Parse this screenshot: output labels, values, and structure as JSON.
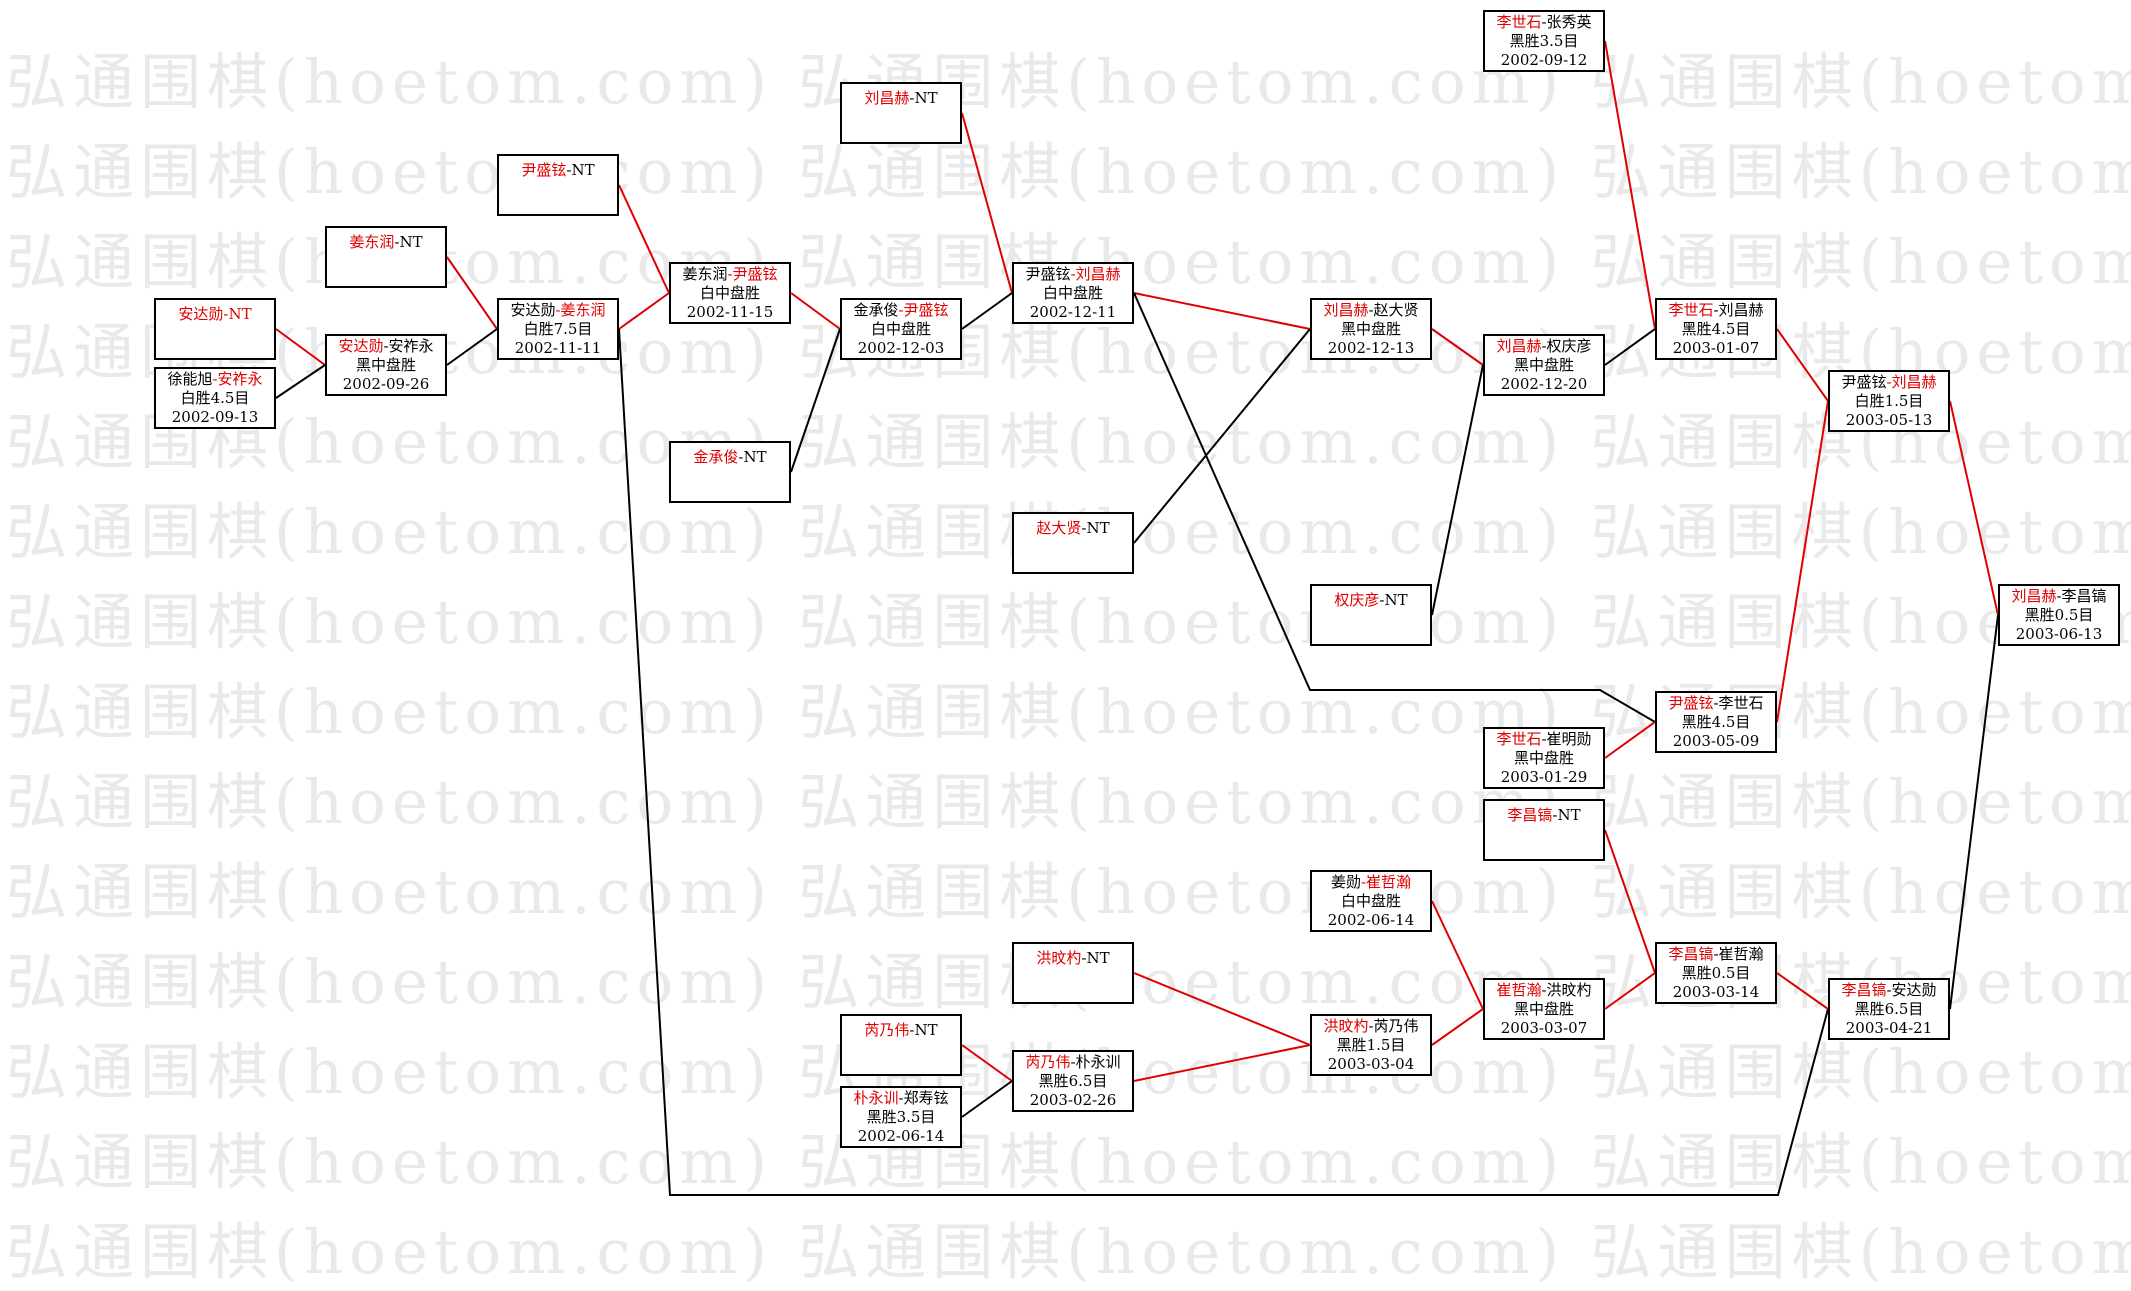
{
  "watermark": "弘通围棋(hoetom.com)",
  "nodes": [
    {
      "id": "n1",
      "lines": [
        [
          {
            "t": "安达勋",
            "r": true
          },
          {
            "t": "-NT",
            "r": true
          }
        ]
      ]
    },
    {
      "id": "n2",
      "lines": [
        [
          {
            "t": "徐能旭",
            "r": false
          },
          {
            "t": "-安祚永",
            "r": true
          }
        ],
        [
          {
            "t": "白胜4.5目",
            "r": false
          }
        ],
        [
          {
            "t": "2002-09-13",
            "r": false
          }
        ]
      ]
    },
    {
      "id": "n3",
      "lines": [
        [
          {
            "t": "姜东润",
            "r": true
          },
          {
            "t": "-NT",
            "r": false
          }
        ]
      ]
    },
    {
      "id": "n4",
      "lines": [
        [
          {
            "t": "安达勋",
            "r": true
          },
          {
            "t": "-安祚永",
            "r": false
          }
        ],
        [
          {
            "t": "黑中盘胜",
            "r": false
          }
        ],
        [
          {
            "t": "2002-09-26",
            "r": false
          }
        ]
      ]
    },
    {
      "id": "n5",
      "lines": [
        [
          {
            "t": "尹盛铉",
            "r": true
          },
          {
            "t": "-NT",
            "r": false
          }
        ]
      ]
    },
    {
      "id": "n6",
      "lines": [
        [
          {
            "t": "安达勋",
            "r": false
          },
          {
            "t": "-姜东润",
            "r": true
          }
        ],
        [
          {
            "t": "白胜7.5目",
            "r": false
          }
        ],
        [
          {
            "t": "2002-11-11",
            "r": false
          }
        ]
      ]
    },
    {
      "id": "n7",
      "lines": [
        [
          {
            "t": "姜东润",
            "r": false
          },
          {
            "t": "-尹盛铉",
            "r": true
          }
        ],
        [
          {
            "t": "白中盘胜",
            "r": false
          }
        ],
        [
          {
            "t": "2002-11-15",
            "r": false
          }
        ]
      ]
    },
    {
      "id": "n8",
      "lines": [
        [
          {
            "t": "金承俊",
            "r": true
          },
          {
            "t": "-NT",
            "r": false
          }
        ]
      ]
    },
    {
      "id": "n9",
      "lines": [
        [
          {
            "t": "刘昌赫",
            "r": true
          },
          {
            "t": "-NT",
            "r": false
          }
        ]
      ]
    },
    {
      "id": "n10",
      "lines": [
        [
          {
            "t": "金承俊",
            "r": false
          },
          {
            "t": "-尹盛铉",
            "r": true
          }
        ],
        [
          {
            "t": "白中盘胜",
            "r": false
          }
        ],
        [
          {
            "t": "2002-12-03",
            "r": false
          }
        ]
      ]
    },
    {
      "id": "n11",
      "lines": [
        [
          {
            "t": "尹盛铉",
            "r": false
          },
          {
            "t": "-刘昌赫",
            "r": true
          }
        ],
        [
          {
            "t": "白中盘胜",
            "r": false
          }
        ],
        [
          {
            "t": "2002-12-11",
            "r": false
          }
        ]
      ]
    },
    {
      "id": "n12",
      "lines": [
        [
          {
            "t": "赵大贤",
            "r": true
          },
          {
            "t": "-NT",
            "r": false
          }
        ]
      ]
    },
    {
      "id": "n13",
      "lines": [
        [
          {
            "t": "刘昌赫",
            "r": true
          },
          {
            "t": "-赵大贤",
            "r": false
          }
        ],
        [
          {
            "t": "黑中盘胜",
            "r": false
          }
        ],
        [
          {
            "t": "2002-12-13",
            "r": false
          }
        ]
      ]
    },
    {
      "id": "n14",
      "lines": [
        [
          {
            "t": "权庆彦",
            "r": true
          },
          {
            "t": "-NT",
            "r": false
          }
        ]
      ]
    },
    {
      "id": "n15",
      "lines": [
        [
          {
            "t": "刘昌赫",
            "r": true
          },
          {
            "t": "-权庆彦",
            "r": false
          }
        ],
        [
          {
            "t": "黑中盘胜",
            "r": false
          }
        ],
        [
          {
            "t": "2002-12-20",
            "r": false
          }
        ]
      ]
    },
    {
      "id": "n16",
      "lines": [
        [
          {
            "t": "李世石",
            "r": true
          },
          {
            "t": "-张秀英",
            "r": false
          }
        ],
        [
          {
            "t": "黑胜3.5目",
            "r": false
          }
        ],
        [
          {
            "t": "2002-09-12",
            "r": false
          }
        ]
      ]
    },
    {
      "id": "n17",
      "lines": [
        [
          {
            "t": "李世石",
            "r": true
          },
          {
            "t": "-刘昌赫",
            "r": false
          }
        ],
        [
          {
            "t": "黑胜4.5目",
            "r": false
          }
        ],
        [
          {
            "t": "2003-01-07",
            "r": false
          }
        ]
      ]
    },
    {
      "id": "n18",
      "lines": [
        [
          {
            "t": "李世石",
            "r": true
          },
          {
            "t": "-崔明勋",
            "r": false
          }
        ],
        [
          {
            "t": "黑中盘胜",
            "r": false
          }
        ],
        [
          {
            "t": "2003-01-29",
            "r": false
          }
        ]
      ]
    },
    {
      "id": "n19",
      "lines": [
        [
          {
            "t": "尹盛铉",
            "r": true
          },
          {
            "t": "-李世石",
            "r": false
          }
        ],
        [
          {
            "t": "黑胜4.5目",
            "r": false
          }
        ],
        [
          {
            "t": "2003-05-09",
            "r": false
          }
        ]
      ]
    },
    {
      "id": "n20",
      "lines": [
        [
          {
            "t": "尹盛铉",
            "r": false
          },
          {
            "t": "-刘昌赫",
            "r": true
          }
        ],
        [
          {
            "t": "白胜1.5目",
            "r": false
          }
        ],
        [
          {
            "t": "2003-05-13",
            "r": false
          }
        ]
      ]
    },
    {
      "id": "n21",
      "lines": [
        [
          {
            "t": "刘昌赫",
            "r": true
          },
          {
            "t": "-李昌镐",
            "r": false
          }
        ],
        [
          {
            "t": "黑胜0.5目",
            "r": false
          }
        ],
        [
          {
            "t": "2003-06-13",
            "r": false
          }
        ]
      ]
    },
    {
      "id": "n22",
      "lines": [
        [
          {
            "t": "李昌镐",
            "r": true
          },
          {
            "t": "-NT",
            "r": false
          }
        ]
      ]
    },
    {
      "id": "n23",
      "lines": [
        [
          {
            "t": "姜勋",
            "r": false
          },
          {
            "t": "-崔哲瀚",
            "r": true
          }
        ],
        [
          {
            "t": "白中盘胜",
            "r": false
          }
        ],
        [
          {
            "t": "2002-06-14",
            "r": false
          }
        ]
      ]
    },
    {
      "id": "n24",
      "lines": [
        [
          {
            "t": "崔哲瀚",
            "r": true
          },
          {
            "t": "-洪旼杓",
            "r": false
          }
        ],
        [
          {
            "t": "黑中盘胜",
            "r": false
          }
        ],
        [
          {
            "t": "2003-03-07",
            "r": false
          }
        ]
      ]
    },
    {
      "id": "n25",
      "lines": [
        [
          {
            "t": "李昌镐",
            "r": true
          },
          {
            "t": "-崔哲瀚",
            "r": false
          }
        ],
        [
          {
            "t": "黑胜0.5目",
            "r": false
          }
        ],
        [
          {
            "t": "2003-03-14",
            "r": false
          }
        ]
      ]
    },
    {
      "id": "n26",
      "lines": [
        [
          {
            "t": "李昌镐",
            "r": true
          },
          {
            "t": "-安达勋",
            "r": false
          }
        ],
        [
          {
            "t": "黑胜6.5目",
            "r": false
          }
        ],
        [
          {
            "t": "2003-04-21",
            "r": false
          }
        ]
      ]
    },
    {
      "id": "n27",
      "lines": [
        [
          {
            "t": "洪旼杓",
            "r": true
          },
          {
            "t": "-NT",
            "r": false
          }
        ]
      ]
    },
    {
      "id": "n28",
      "lines": [
        [
          {
            "t": "芮乃伟",
            "r": true
          },
          {
            "t": "-NT",
            "r": false
          }
        ]
      ]
    },
    {
      "id": "n29",
      "lines": [
        [
          {
            "t": "朴永训",
            "r": true
          },
          {
            "t": "-郑寿铉",
            "r": false
          }
        ],
        [
          {
            "t": "黑胜3.5目",
            "r": false
          }
        ],
        [
          {
            "t": "2002-06-14",
            "r": false
          }
        ]
      ]
    },
    {
      "id": "n30",
      "lines": [
        [
          {
            "t": "芮乃伟",
            "r": true
          },
          {
            "t": "-朴永训",
            "r": false
          }
        ],
        [
          {
            "t": "黑胜6.5目",
            "r": false
          }
        ],
        [
          {
            "t": "2003-02-26",
            "r": false
          }
        ]
      ]
    },
    {
      "id": "n31",
      "lines": [
        [
          {
            "t": "洪旼杓",
            "r": true
          },
          {
            "t": "-芮乃伟",
            "r": false
          }
        ],
        [
          {
            "t": "黑胜1.5目",
            "r": false
          }
        ],
        [
          {
            "t": "2003-03-04",
            "r": false
          }
        ]
      ]
    }
  ],
  "edges": [
    {
      "from": "n1",
      "to": "n4",
      "winner": true
    },
    {
      "from": "n2",
      "to": "n4",
      "winner": false
    },
    {
      "from": "n3",
      "to": "n6",
      "winner": true
    },
    {
      "from": "n4",
      "to": "n6",
      "winner": false
    },
    {
      "from": "n5",
      "to": "n7",
      "winner": true
    },
    {
      "from": "n6",
      "to": "n7",
      "winner": true
    },
    {
      "from": "n6",
      "to": "n26",
      "winner": false
    },
    {
      "from": "n7",
      "to": "n10",
      "winner": true
    },
    {
      "from": "n8",
      "to": "n10",
      "winner": false
    },
    {
      "from": "n9",
      "to": "n11",
      "winner": true
    },
    {
      "from": "n10",
      "to": "n11",
      "winner": false
    },
    {
      "from": "n11",
      "to": "n13",
      "winner": true
    },
    {
      "from": "n11",
      "to": "n19",
      "winner": false
    },
    {
      "from": "n12",
      "to": "n13",
      "winner": false
    },
    {
      "from": "n13",
      "to": "n15",
      "winner": true
    },
    {
      "from": "n14",
      "to": "n15",
      "winner": false
    },
    {
      "from": "n15",
      "to": "n17",
      "winner": false
    },
    {
      "from": "n16",
      "to": "n17",
      "winner": true
    },
    {
      "from": "n17",
      "to": "n20",
      "winner": true
    },
    {
      "from": "n18",
      "to": "n19",
      "winner": true
    },
    {
      "from": "n19",
      "to": "n20",
      "winner": true
    },
    {
      "from": "n20",
      "to": "n21",
      "winner": true
    },
    {
      "from": "n26",
      "to": "n21",
      "winner": false
    },
    {
      "from": "n22",
      "to": "n25",
      "winner": true
    },
    {
      "from": "n23",
      "to": "n24",
      "winner": true
    },
    {
      "from": "n24",
      "to": "n25",
      "winner": true
    },
    {
      "from": "n25",
      "to": "n26",
      "winner": true
    },
    {
      "from": "n27",
      "to": "n31",
      "winner": true
    },
    {
      "from": "n28",
      "to": "n30",
      "winner": true
    },
    {
      "from": "n29",
      "to": "n30",
      "winner": false
    },
    {
      "from": "n30",
      "to": "n31",
      "winner": true
    },
    {
      "from": "n31",
      "to": "n24",
      "winner": true
    }
  ],
  "colors": {
    "winner_line": "#e00000",
    "loser_line": "#000000",
    "winner_text": "#e00000",
    "text": "#000000",
    "watermark": "#e9e9e9"
  }
}
